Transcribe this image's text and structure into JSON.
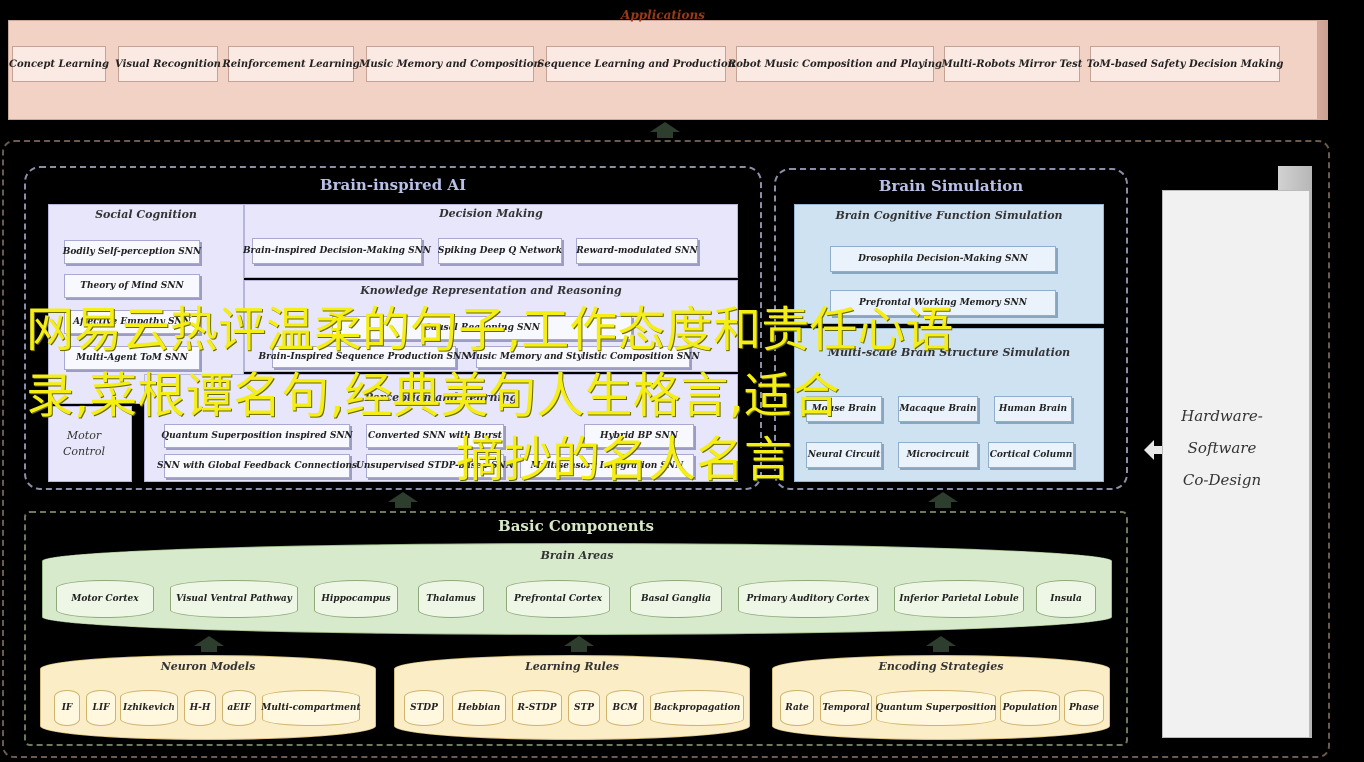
{
  "applications": {
    "title": "Applications",
    "items": [
      "Concept Learning",
      "Visual Recognition",
      "Reinforcement Learning",
      "Music Memory and Composition",
      "Sequence Learning and Production",
      "Robot Music Composition and Playing",
      "Multi-Robots Mirror Test",
      "ToM-based Safety Decision Making"
    ]
  },
  "brain_inspired_ai": {
    "title": "Brain-inspired AI",
    "social_cognition": {
      "title": "Social Cognition",
      "items": [
        "Bodily Self-perception SNN",
        "Theory of Mind SNN",
        "Affective Empathy SNN",
        "Multi-Agent ToM SNN"
      ]
    },
    "decision_making": {
      "title": "Decision Making",
      "items": [
        "Brain-inspired Decision-Making SNN",
        "Spiking Deep Q Network",
        "Reward-modulated SNN"
      ]
    },
    "knowledge": {
      "title": "Knowledge Representation and Reasoning",
      "items": [
        "Causal Reasoning SNN",
        "Brain-Inspired Sequence Production SNN",
        "Music Memory and Stylistic Composition SNN"
      ]
    },
    "perception": {
      "title": "Perception and Learning",
      "items": [
        "Quantum Superposition inspired SNN",
        "Converted SNN with Burst",
        "Hybrid BP SNN",
        "SNN with Global Feedback Connections",
        "Unsupervised STDP-based SNN",
        "Multisensory Integration SNN"
      ]
    },
    "motor": "Motor Control"
  },
  "brain_simulation": {
    "title": "Brain Simulation",
    "function": {
      "title": "Brain Cognitive Function Simulation",
      "items": [
        "Drosophila Decision-Making SNN",
        "Prefrontal Working Memory SNN"
      ]
    },
    "structure": {
      "title": "Multi-scale Brain Structure Simulation",
      "items": [
        "Mouse Brain",
        "Macaque Brain",
        "Human Brain",
        "Neural Circuit",
        "Microcircuit",
        "Cortical Column"
      ]
    }
  },
  "hardware": {
    "line1": "Hardware-",
    "line2": "Software",
    "line3": "Co-Design"
  },
  "basic": {
    "title": "Basic Components",
    "areas": {
      "title": "Brain Areas",
      "items": [
        "Motor Cortex",
        "Visual Ventral Pathway",
        "Hippocampus",
        "Thalamus",
        "Prefrontal Cortex",
        "Basal Ganglia",
        "Primary Auditory Cortex",
        "Inferior Parietal Lobule",
        "Insula"
      ]
    },
    "neuron": {
      "title": "Neuron Models",
      "items": [
        "IF",
        "LIF",
        "Izhikevich",
        "H-H",
        "aEIF",
        "Multi-compartment"
      ]
    },
    "learning": {
      "title": "Learning Rules",
      "items": [
        "STDP",
        "Hebbian",
        "R-STDP",
        "STP",
        "BCM",
        "Backpropagation"
      ]
    },
    "encoding": {
      "title": "Encoding Strategies",
      "items": [
        "Rate",
        "Temporal",
        "Quantum Superposition",
        "Population",
        "Phase"
      ]
    }
  },
  "overlay": {
    "line1": "网易云热评温柔的句子,工作态度和责任心语",
    "line2": "录,菜根谭名句,经典美句人生格言,适合",
    "line3": "摘抄的名人名言"
  },
  "colors": {
    "overlay": "#f5ee14",
    "apps_bg": "#f3d2c6",
    "ai_panel": "#e7e6fb",
    "sim_panel": "#cfe2f2",
    "areas": "#d7eacb",
    "basic_yellow": "#fbedc6"
  }
}
